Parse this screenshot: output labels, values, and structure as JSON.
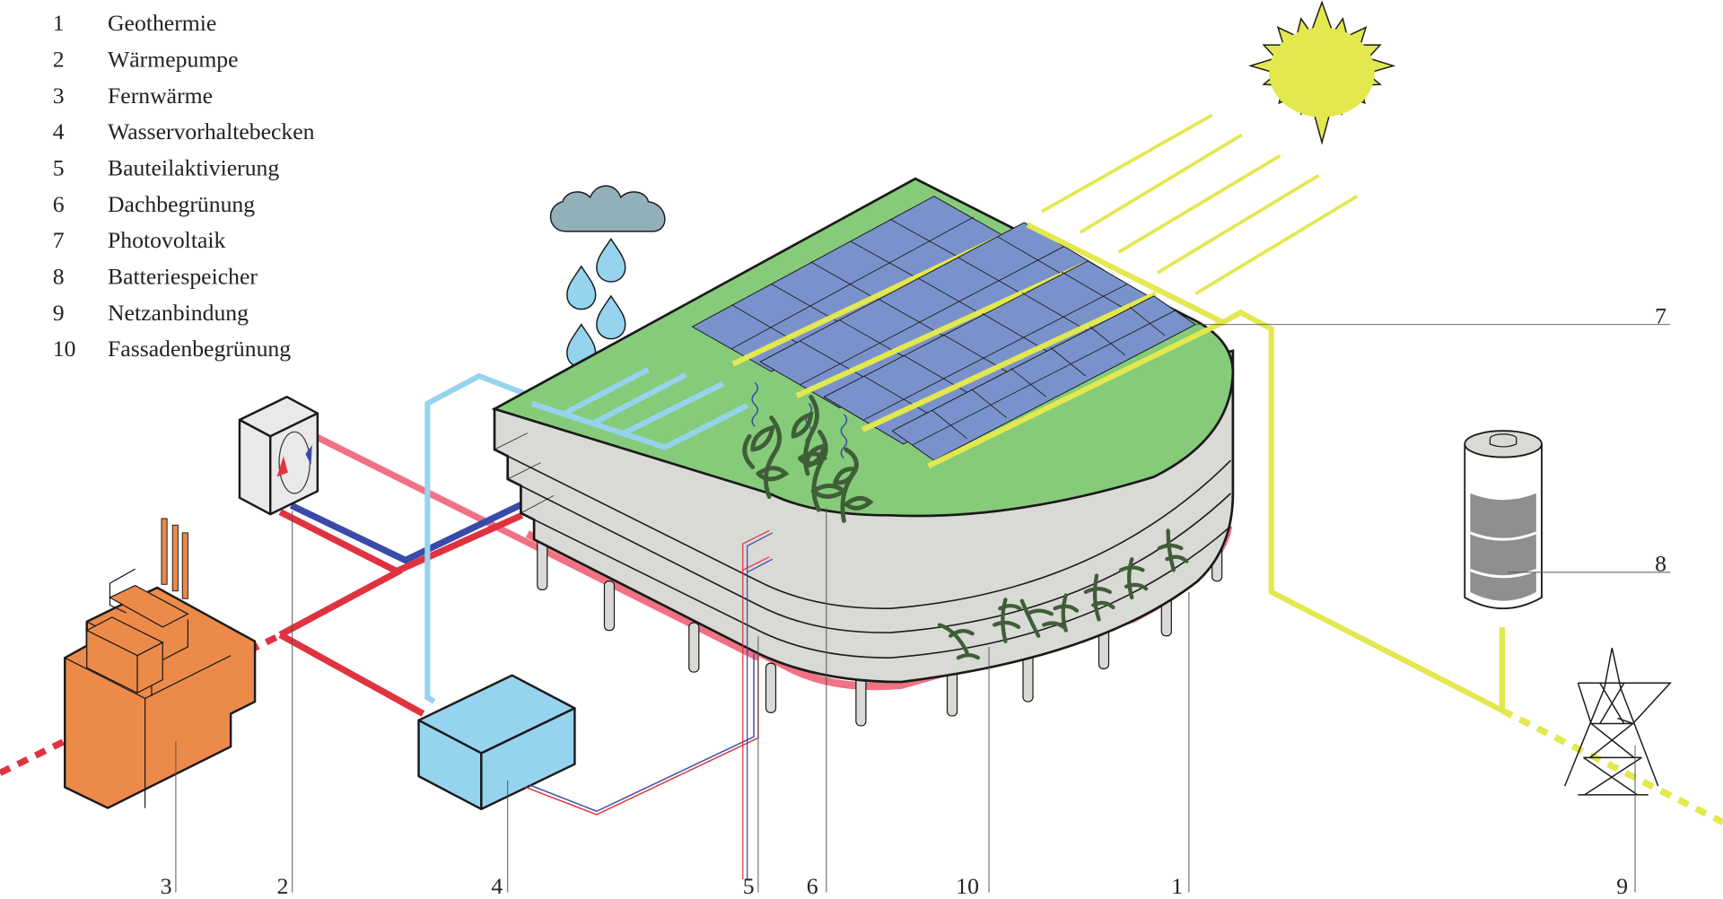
{
  "legend": {
    "items": [
      {
        "num": "1",
        "label": "Geothermie"
      },
      {
        "num": "2",
        "label": "Wärmepumpe"
      },
      {
        "num": "3",
        "label": "Fernwärme"
      },
      {
        "num": "4",
        "label": "Wasservorhaltebecken"
      },
      {
        "num": "5",
        "label": "Bauteilaktivierung"
      },
      {
        "num": "6",
        "label": "Dachbegrünung"
      },
      {
        "num": "7",
        "label": "Photovoltaik"
      },
      {
        "num": "8",
        "label": "Batteriespeicher"
      },
      {
        "num": "9",
        "label": "Netzanbindung"
      },
      {
        "num": "10",
        "label": "Fassadenbegrünung"
      }
    ]
  },
  "callouts": {
    "c3": "3",
    "c2": "2",
    "c4": "4",
    "c5": "5",
    "c6": "6",
    "c10": "10",
    "c1": "1",
    "c9": "9",
    "c7": "7",
    "c8": "8"
  },
  "colors": {
    "roof_green": "#86cb7a",
    "facade_grey": "#d9d9d5",
    "solar_blue": "#7a92cc",
    "sun_yellow": "#e2e84e",
    "water_blue": "#96d3ee",
    "heat_red": "#e0323f",
    "heat_pink": "#f07283",
    "cold_blue": "#3a4aa8",
    "district_orange": "#ec8a4a",
    "cloud_grey": "#92b0ba",
    "plant_dark": "#3f5e37",
    "battery_grey": "#8f8f8f"
  }
}
